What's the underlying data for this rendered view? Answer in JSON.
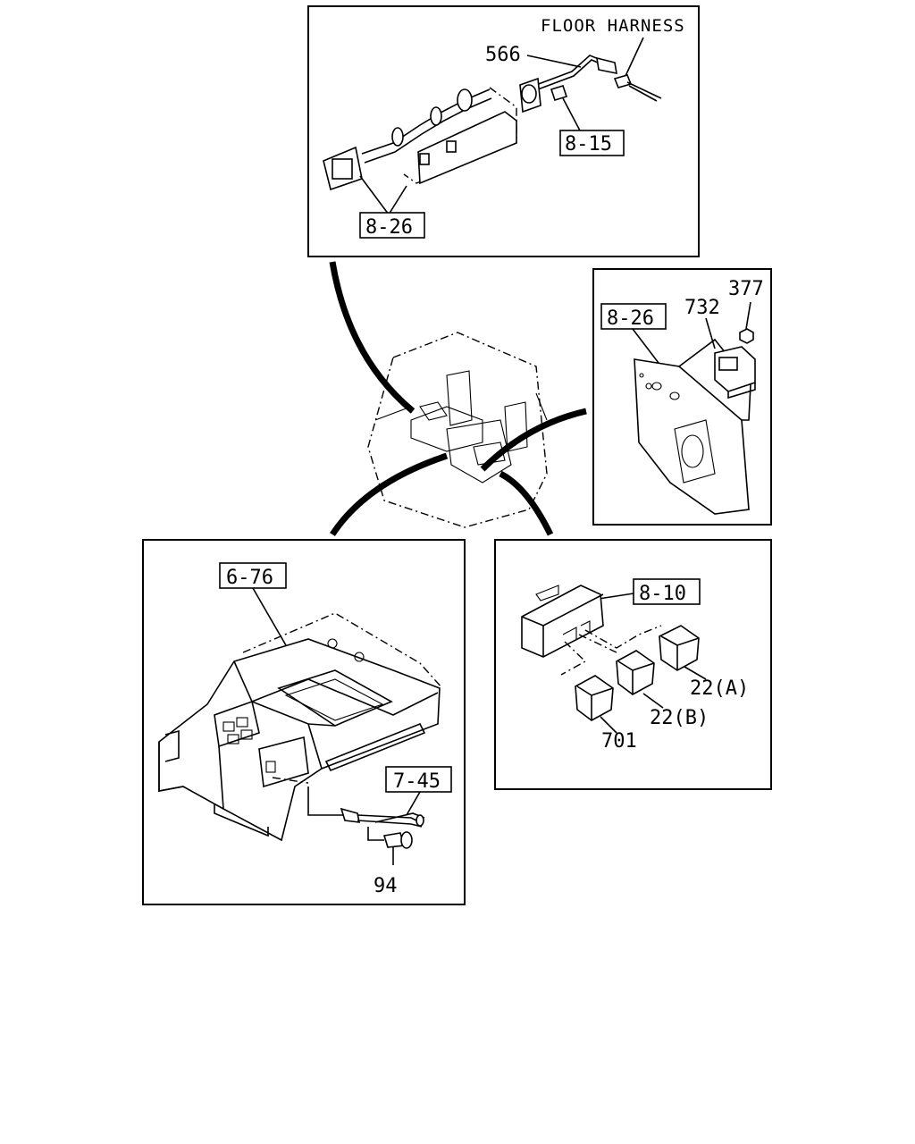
{
  "labels": {
    "floor_harness": "FLOOR HARNESS",
    "p566": "566",
    "ref_8_15": "8-15",
    "ref_8_26_top": "8-26",
    "ref_8_26_right": "8-26",
    "p377": "377",
    "p732": "732",
    "ref_6_76": "6-76",
    "ref_7_45": "7-45",
    "p94": "94",
    "ref_8_10": "8-10",
    "p22a": "22(A)",
    "p22b": "22(B)",
    "p701": "701"
  }
}
